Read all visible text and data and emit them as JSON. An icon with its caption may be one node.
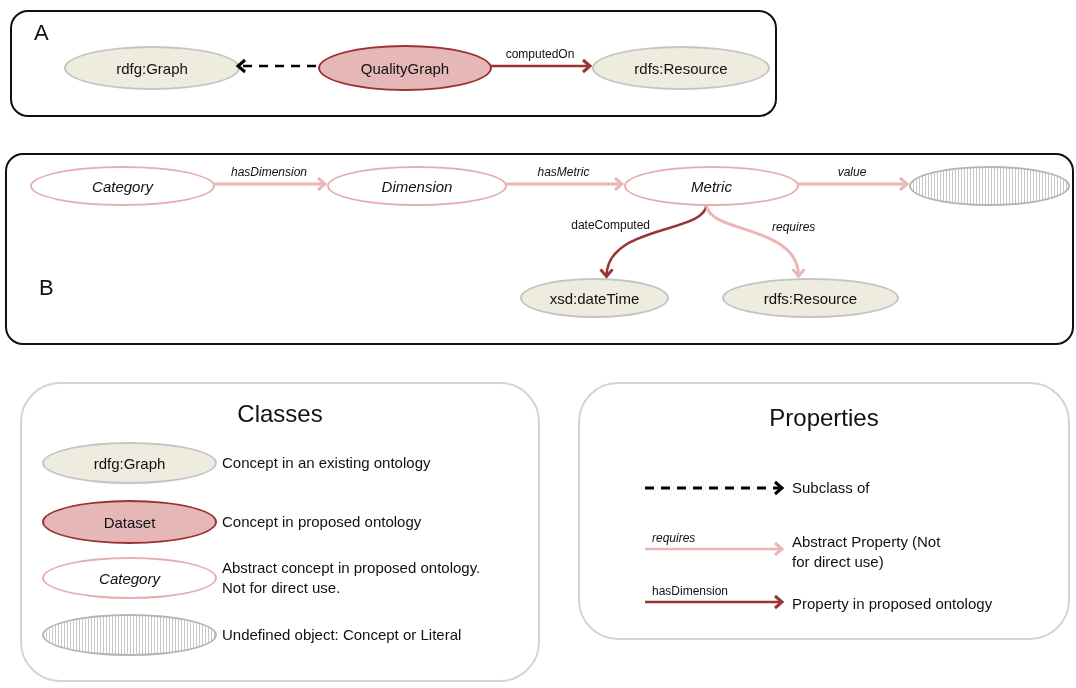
{
  "diagram": {
    "nodes": [
      {
        "text": [
          "A"
        ]
      },
      {
        "text": [
          "rdfg:Graph"
        ],
        "in": 0
      },
      {
        "text": [
          "QualityGraph"
        ],
        "in": 0
      },
      {
        "text": [
          "rdfs:Resource"
        ],
        "in": 0
      },
      {
        "text": [
          "B"
        ]
      },
      {
        "text": [
          "Category"
        ],
        "in": 4
      },
      {
        "text": [
          "Dimension"
        ],
        "in": 4
      },
      {
        "text": [
          "Metric"
        ],
        "in": 4
      },
      {
        "text": [],
        "shape": "ellipse",
        "in": 4
      },
      {
        "text": [
          "xsd:dateTime"
        ],
        "in": 4
      },
      {
        "text": [
          "rdfs:Resource"
        ],
        "in": 4
      },
      {
        "text": [
          "Classes"
        ]
      },
      {
        "text": [
          "rdfg:Graph"
        ],
        "in": 11,
        "beside": [
          "Concept in an existing ontology"
        ]
      },
      {
        "text": [
          "Dataset"
        ],
        "in": 11,
        "beside": [
          "Concept in proposed ontology"
        ]
      },
      {
        "text": [
          "Category"
        ],
        "in": 11,
        "beside": [
          "Abstract concept in proposed ontology. Not for direct use."
        ]
      },
      {
        "text": [],
        "shape": "ellipse",
        "in": 11,
        "beside": [
          "Undefined object: Concept or Literal"
        ]
      },
      {
        "text": [
          "Properties"
        ]
      }
    ],
    "edges": [
      {
        "from": 2,
        "to": 1,
        "arrow": "to",
        "style": "dashed",
        "color": "#000000"
      },
      {
        "from": 2,
        "to": 3,
        "arrow": "to",
        "label": "computedOn",
        "color": "#9b3333"
      },
      {
        "from": 5,
        "to": 6,
        "arrow": "to",
        "label": "hasDimension"
      },
      {
        "from": 6,
        "to": 7,
        "arrow": "to",
        "label": "hasMetric"
      },
      {
        "from": 7,
        "to": 8,
        "arrow": "to",
        "label": "value"
      },
      {
        "from": 7,
        "to": 9,
        "arrow": "to",
        "label": "dateComputed",
        "color": "#9b3333"
      },
      {
        "from": 7,
        "to": 10,
        "arrow": "to",
        "label": "requires"
      }
    ],
    "labels": [
      "requires",
      "hasDimension"
    ],
    "legend": [
      {
        "text": "Subclass of"
      },
      {
        "text": "Abstract Property (Not for direct use)"
      },
      {
        "text": "Property in proposed ontology"
      }
    ]
  }
}
